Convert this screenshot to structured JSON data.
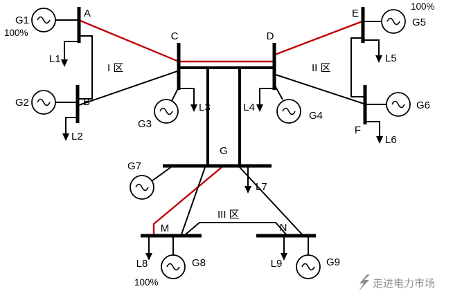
{
  "generators": {
    "g1": {
      "label": "G1",
      "note": "100%"
    },
    "g2": {
      "label": "G2"
    },
    "g3": {
      "label": "G3"
    },
    "g4": {
      "label": "G4"
    },
    "g5": {
      "label": "G5",
      "note": "100%"
    },
    "g6": {
      "label": "G6"
    },
    "g7": {
      "label": "G7"
    },
    "g8": {
      "label": "G8"
    },
    "g9": {
      "label": "G9"
    }
  },
  "buses": {
    "a": "A",
    "b": "B",
    "c": "C",
    "d": "D",
    "e": "E",
    "f": "F",
    "g": "G",
    "m": "M",
    "n": "N"
  },
  "loads": {
    "l1": {
      "label": "L1"
    },
    "l2": {
      "label": "L2"
    },
    "l3": {
      "label": "L3"
    },
    "l4": {
      "label": "L4"
    },
    "l5": {
      "label": "L5"
    },
    "l6": {
      "label": "L6"
    },
    "l7": {
      "label": "L7"
    },
    "l8": {
      "label": "L8",
      "note": "100%"
    },
    "l9": {
      "label": "L9"
    }
  },
  "zones": {
    "zone_i": "I 区",
    "zone_ii": "II 区",
    "zone_iii": "III 区"
  },
  "watermark": {
    "text": "走进电力市场"
  },
  "colors": {
    "wire": "#000000",
    "highlight_path": "#c00000",
    "watermark": "#8f8f8f"
  }
}
